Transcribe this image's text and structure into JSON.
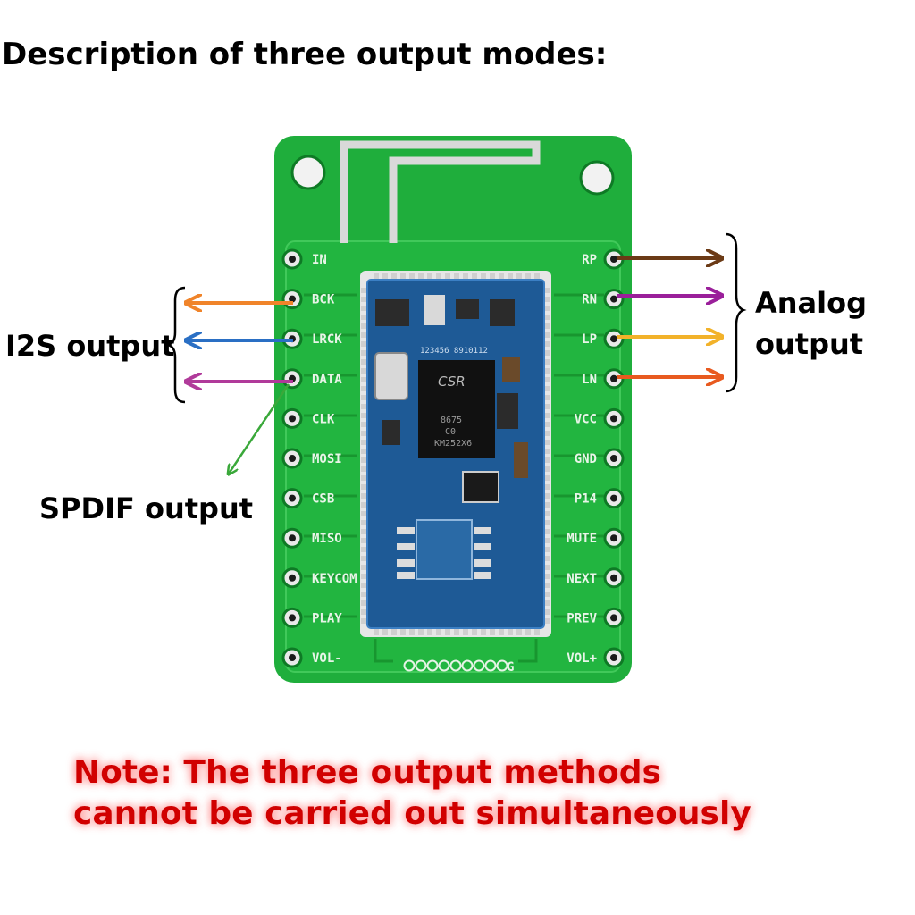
{
  "title": "Description of three output modes:",
  "board": {
    "left_pins": [
      "IN",
      "BCK",
      "LRCK",
      "DATA",
      "CLK",
      "MOSI",
      "CSB",
      "MISO",
      "KEYCOM",
      "PLAY",
      "VOL-"
    ],
    "right_pins": [
      "RP",
      "RN",
      "LP",
      "LN",
      "VCC",
      "GND",
      "P14",
      "MUTE",
      "NEXT",
      "PREV",
      "VOL+"
    ],
    "bottom_label": "G",
    "chip_lines": [
      "CSR",
      "8675",
      "C0",
      "KM252X6"
    ],
    "module_code": "123456 8910112"
  },
  "labels": {
    "i2s": "I2S output",
    "spdif": "SPDIF output",
    "analog_line1": "Analog",
    "analog_line2": "output"
  },
  "note": {
    "line1": "Note: The three output methods",
    "line2": "cannot be carried out simultaneously"
  },
  "colors": {
    "pcb": "#1fae3c",
    "module": "#1e5a96",
    "bck_arrow": "#f0842a",
    "lrck_arrow": "#2a6fc4",
    "data_arrow": "#b03a9a",
    "spdif_arrow": "#3aa83a",
    "rp_arrow": "#6b3a16",
    "rn_arrow": "#9a1f9a",
    "lp_arrow": "#f2b22a",
    "ln_arrow": "#e85a1f",
    "note_text": "#d10000"
  }
}
